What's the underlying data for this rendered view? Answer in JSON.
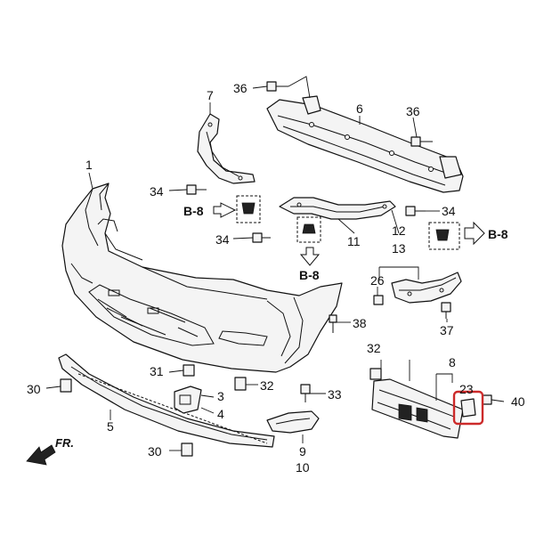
{
  "diagram": {
    "title": "Front bumper exploded parts diagram",
    "highlight_color": "#cc2a2a",
    "direction_label": "FR.",
    "refs": {
      "left": "B-8",
      "center": "B-8",
      "right": "B-8"
    },
    "callouts": {
      "p1": "1",
      "p3": "3",
      "p4": "4",
      "p5": "5",
      "p6": "6",
      "p7": "7",
      "p8": "8",
      "p9": "9",
      "p10": "10",
      "p11": "11",
      "p12": "12",
      "p13": "13",
      "p23": "23",
      "p26": "26",
      "p30a": "30",
      "p30b": "30",
      "p31": "31",
      "p32a": "32",
      "p32b": "32",
      "p33": "33",
      "p34a": "34",
      "p34b": "34",
      "p34c": "34",
      "p36a": "36",
      "p36b": "36",
      "p37": "37",
      "p38": "38",
      "p40": "40"
    }
  }
}
